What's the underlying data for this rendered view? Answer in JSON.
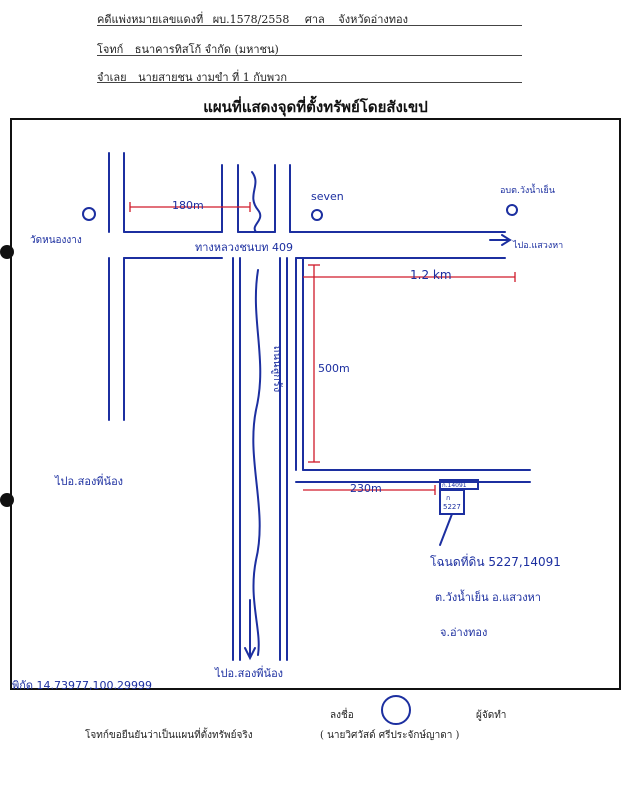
{
  "header": {
    "case_label": "คดีแพ่งหมายเลขแดงที่",
    "case_no": "ผบ.1578/2558",
    "court_label": "ศาล",
    "court": "จังหวัดอ่างทอง",
    "plaintiff_label": "โจทก์",
    "plaintiff": "ธนาคารทิสโก้ จำกัด (มหาชน)",
    "defendant_label": "จำเลย",
    "defendant": "นายสายชน งามขำ ที่ 1 กับพวก"
  },
  "title": "แผนที่แสดงจุดที่ตั้งทรัพย์โดยสังเขป",
  "map": {
    "dist_180": "180m",
    "seven": "seven",
    "temple": "วัดหนองงาง",
    "tambon_office": "อบต.วังน้ำเย็น",
    "road_409": "ทางหลวงชนบท 409",
    "to_pamok": "ไปอ.แสวงหา",
    "dist_1_2km": "1.2 km",
    "dist_500": "500m",
    "road_vertical": "ถนนลูกรัง",
    "dist_230": "230m",
    "parcel_small": "ก.14091",
    "parcel_a": "ก",
    "parcel_num": "5227",
    "to_pa_moke_left": "ไปอ.สองพี่น้อง",
    "deed": "โฉนดที่ดิน 5227,14091",
    "tambon": "ต.วังน้ำเย็น อ.แสวงหา",
    "province": "จ.อ่างทอง",
    "to_pa_moke_bottom": "ไปอ.สองพี่น้อง",
    "coords": "พิกัด 14.73977,100.29999"
  },
  "footer": {
    "sign_label": "ลงชื่อ",
    "role": "ผู้จัดทำ",
    "confirm": "โจทก์ขอยืนยันว่าเป็นแผนที่ตั้งทรัพย์จริง",
    "name": "( นายวิศวัสด์ ศรีประจักษ์ญาดา )"
  },
  "colors": {
    "ink": "#1c2fa0",
    "red": "#d01a2a"
  }
}
